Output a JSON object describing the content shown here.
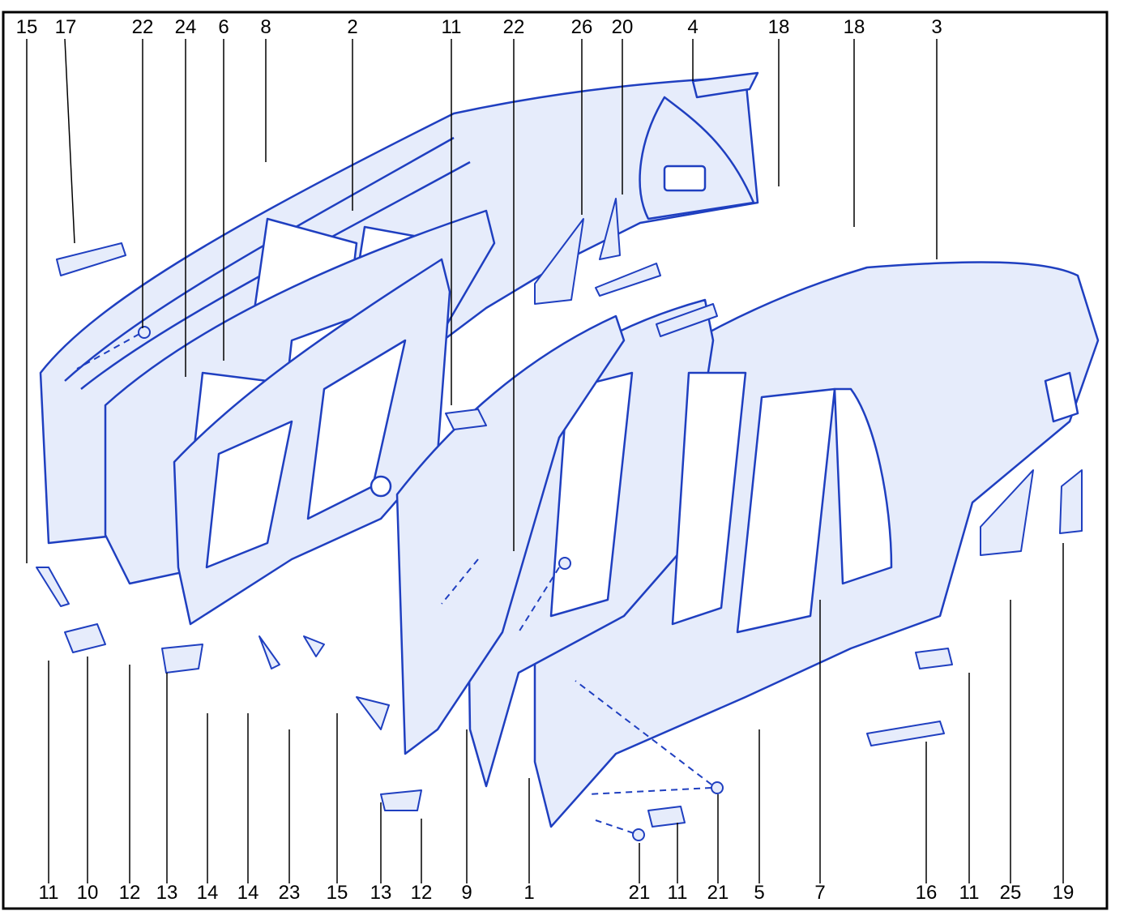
{
  "colors": {
    "line": "#1f3fc0",
    "fill": "#e6ecfb",
    "border": "#000000",
    "leader": "#000000"
  },
  "top_callouts": [
    "15",
    "17",
    "22",
    "24",
    "6",
    "8",
    "2",
    "11",
    "22",
    "26",
    "20",
    "4",
    "18",
    "18",
    "3"
  ],
  "bottom_callouts": [
    "11",
    "10",
    "12",
    "13",
    "14",
    "14",
    "23",
    "15",
    "13",
    "12",
    "9",
    "1",
    "21",
    "11",
    "21",
    "5",
    "7",
    "16",
    "11",
    "25",
    "19"
  ]
}
